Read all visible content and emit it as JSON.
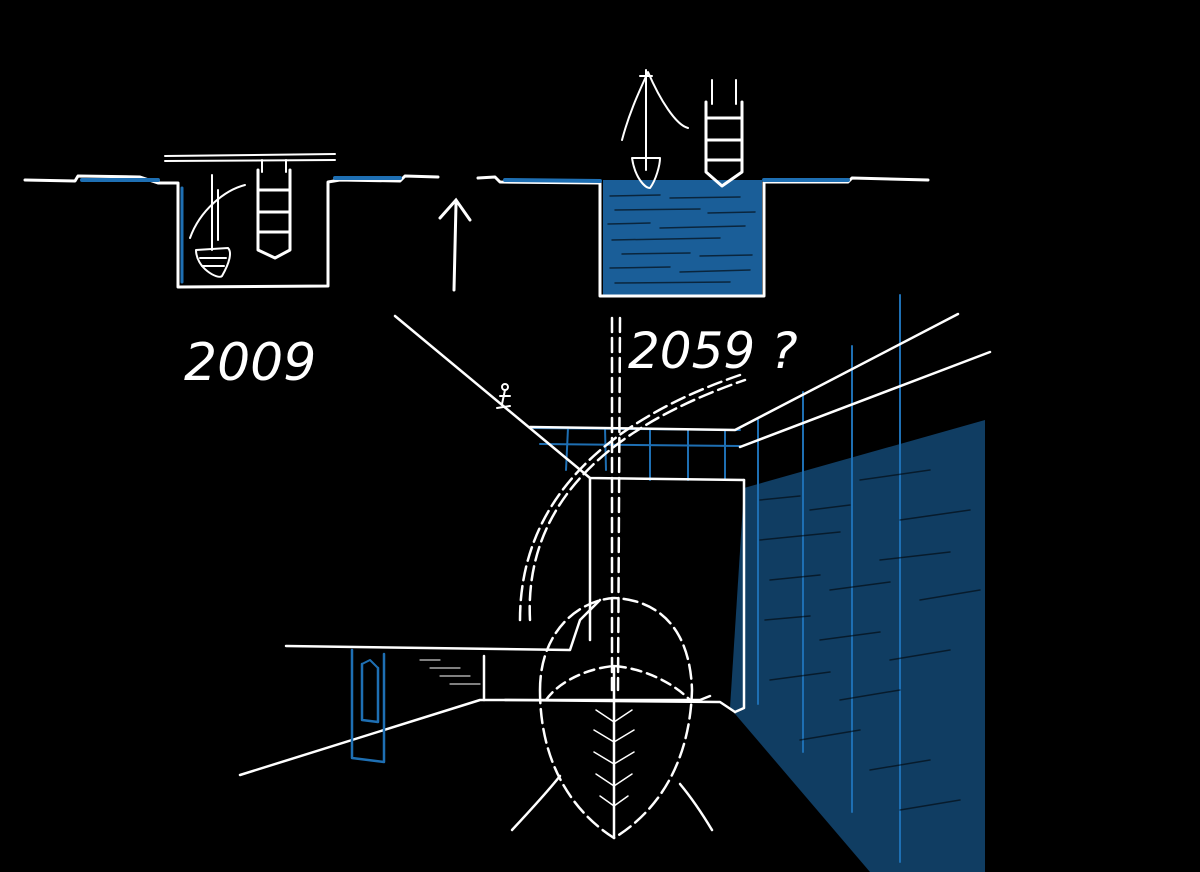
{
  "sketch": {
    "colors": {
      "background": "#000000",
      "ink": "#ffffff",
      "water": "#1e6fb3"
    },
    "sections": [
      {
        "year_label": "2009",
        "water": "low",
        "boats": [
          "sailboat-hull",
          "small-boat"
        ]
      },
      {
        "year_label": "2059 ?",
        "water": "high",
        "boats": [
          "sailboat-floating",
          "small-boat-floating"
        ]
      }
    ],
    "transition_arrow": "up-arrow-icon",
    "perspective": {
      "elements": [
        "canal-basin",
        "brick-wall-right",
        "bridge-deck",
        "sailboat-mast",
        "pier-pylon",
        "person-figure"
      ]
    }
  }
}
